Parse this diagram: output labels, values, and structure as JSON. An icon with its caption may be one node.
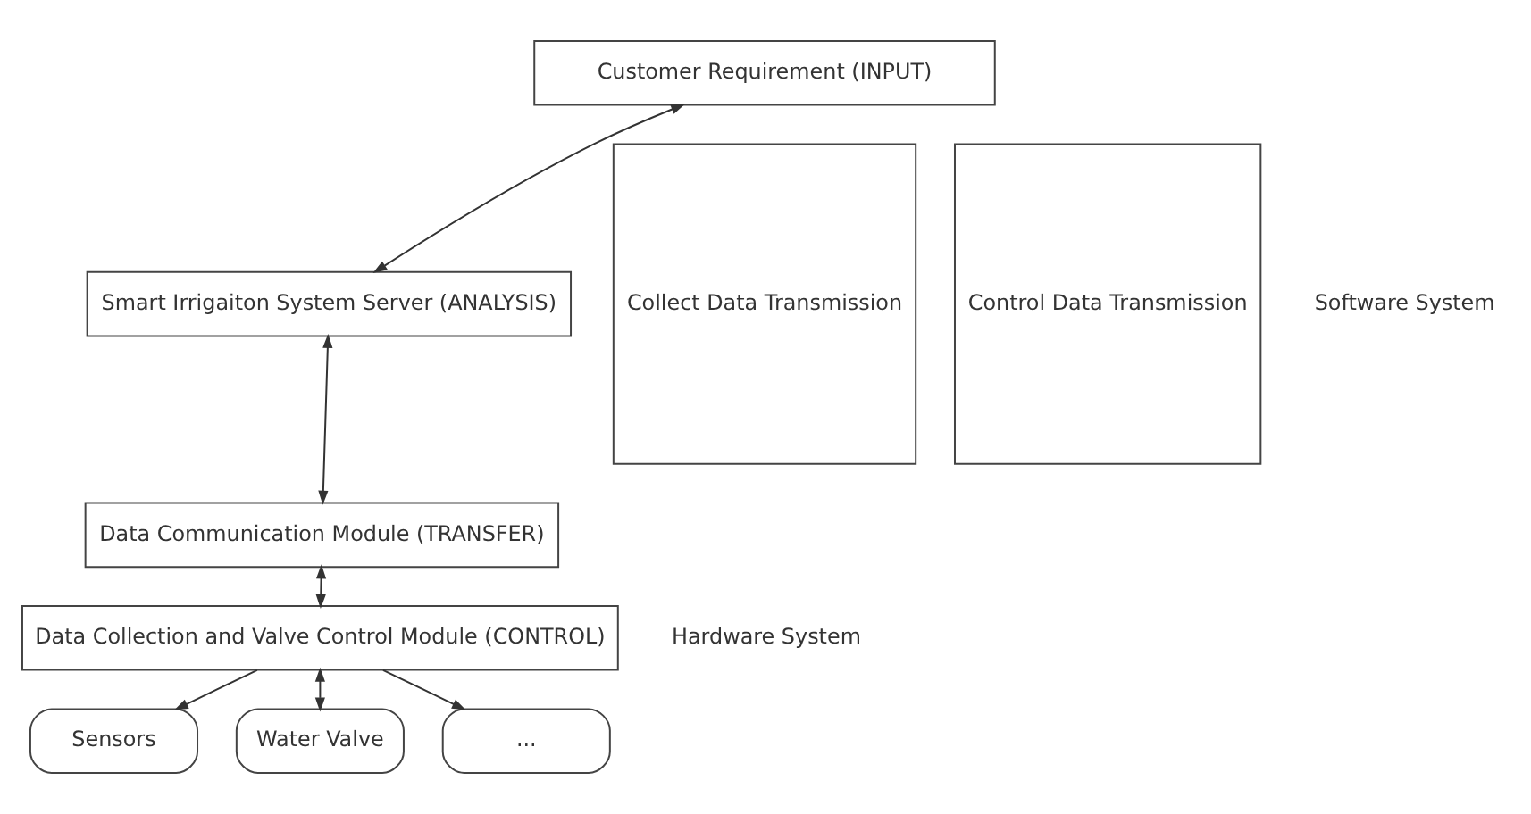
{
  "diagram": {
    "nodes": [
      {
        "text": [
          "Customer Requirement (INPUT)"
        ]
      },
      {
        "text": [
          "Smart Irrigaiton System Server (ANALYSIS)"
        ]
      },
      {
        "text": [
          "Data Communication Module (TRANSFER)"
        ]
      },
      {
        "text": [
          "Data Collection and Valve Control Module (CONTROL)"
        ]
      },
      {
        "text": [
          "Sensors"
        ]
      },
      {
        "text": [
          "Water Valve"
        ]
      },
      {
        "text": [
          "..."
        ]
      },
      {
        "text": [
          "Collect Data Transmission"
        ]
      },
      {
        "text": [
          "Control Data Transmission"
        ]
      }
    ],
    "edges": [
      {
        "from": 0,
        "to": 1,
        "arrow": "both"
      },
      {
        "from": 1,
        "to": 2,
        "arrow": "both"
      },
      {
        "from": 2,
        "to": 3,
        "arrow": "both"
      },
      {
        "from": 3,
        "to": 4,
        "arrow": "to"
      },
      {
        "from": 3,
        "to": 5,
        "arrow": "both"
      },
      {
        "from": 3,
        "to": 6,
        "arrow": "to"
      }
    ],
    "labels": [
      "Software System",
      "Hardware System"
    ]
  }
}
